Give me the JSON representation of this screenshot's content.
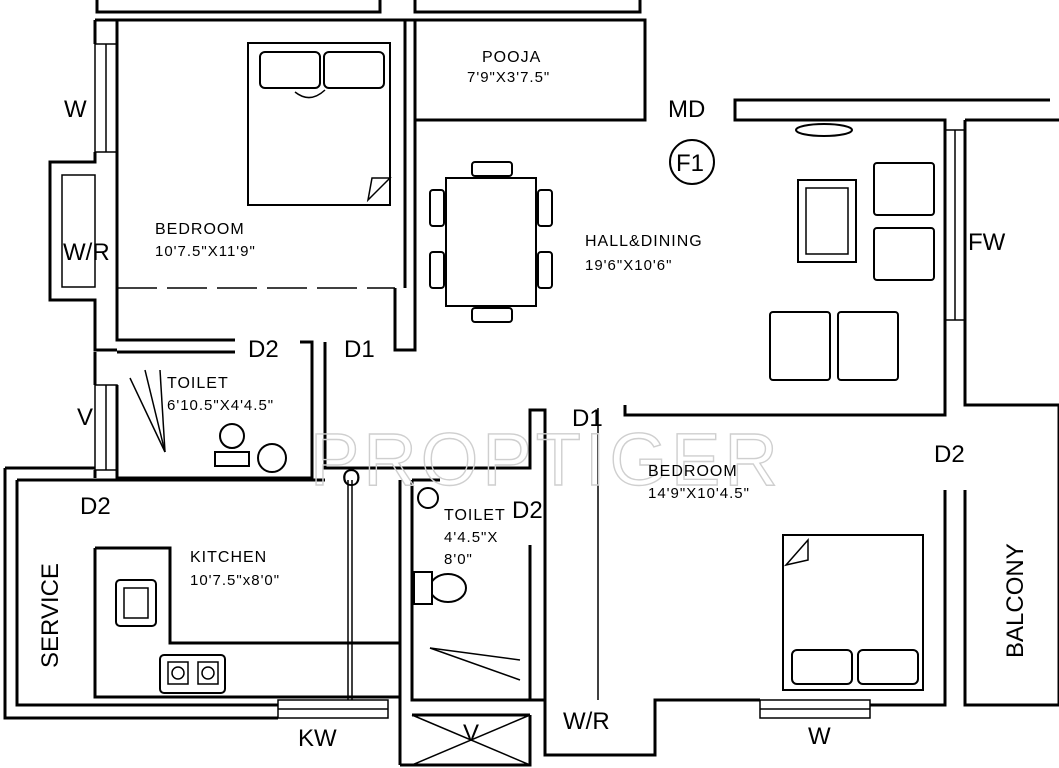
{
  "plan": {
    "watermark": "PROPTIGER",
    "rooms": {
      "bedroom1": {
        "name": "BEDROOM",
        "dims": "10'7.5\"X11'9\""
      },
      "pooja": {
        "name": "POOJA",
        "dims": "7'9\"X3'7.5\""
      },
      "hall": {
        "name": "HALL&DINING",
        "dims": "19'6\"X10'6\""
      },
      "toilet1": {
        "name": "TOILET",
        "dims": "6'10.5\"X4'4.5\""
      },
      "kitchen": {
        "name": "KITCHEN",
        "dims": "10'7.5\"x8'0\""
      },
      "toilet2": {
        "name": "TOILET",
        "dims_line1": "4'4.5\"X",
        "dims_line2": "8'0\""
      },
      "bedroom2": {
        "name": "BEDROOM",
        "dims": "14'9\"X10'4.5\""
      },
      "service": {
        "name": "SERVICE"
      },
      "balcony": {
        "name": "BALCONY"
      }
    },
    "tags": {
      "w_top_left": "W",
      "wr_left": "W/R",
      "v_left": "V",
      "md": "MD",
      "f1": "F1",
      "fw": "FW",
      "d2_toilet1": "D2",
      "d1_bedroom1": "D1",
      "d1_bedroom2": "D1",
      "d2_balcony": "D2",
      "d2_service": "D2",
      "d2_toilet2": "D2",
      "o_mark": "O",
      "kw": "KW",
      "v_bottom": "V",
      "wr_bottom": "W/R",
      "w_bottom": "W"
    }
  }
}
